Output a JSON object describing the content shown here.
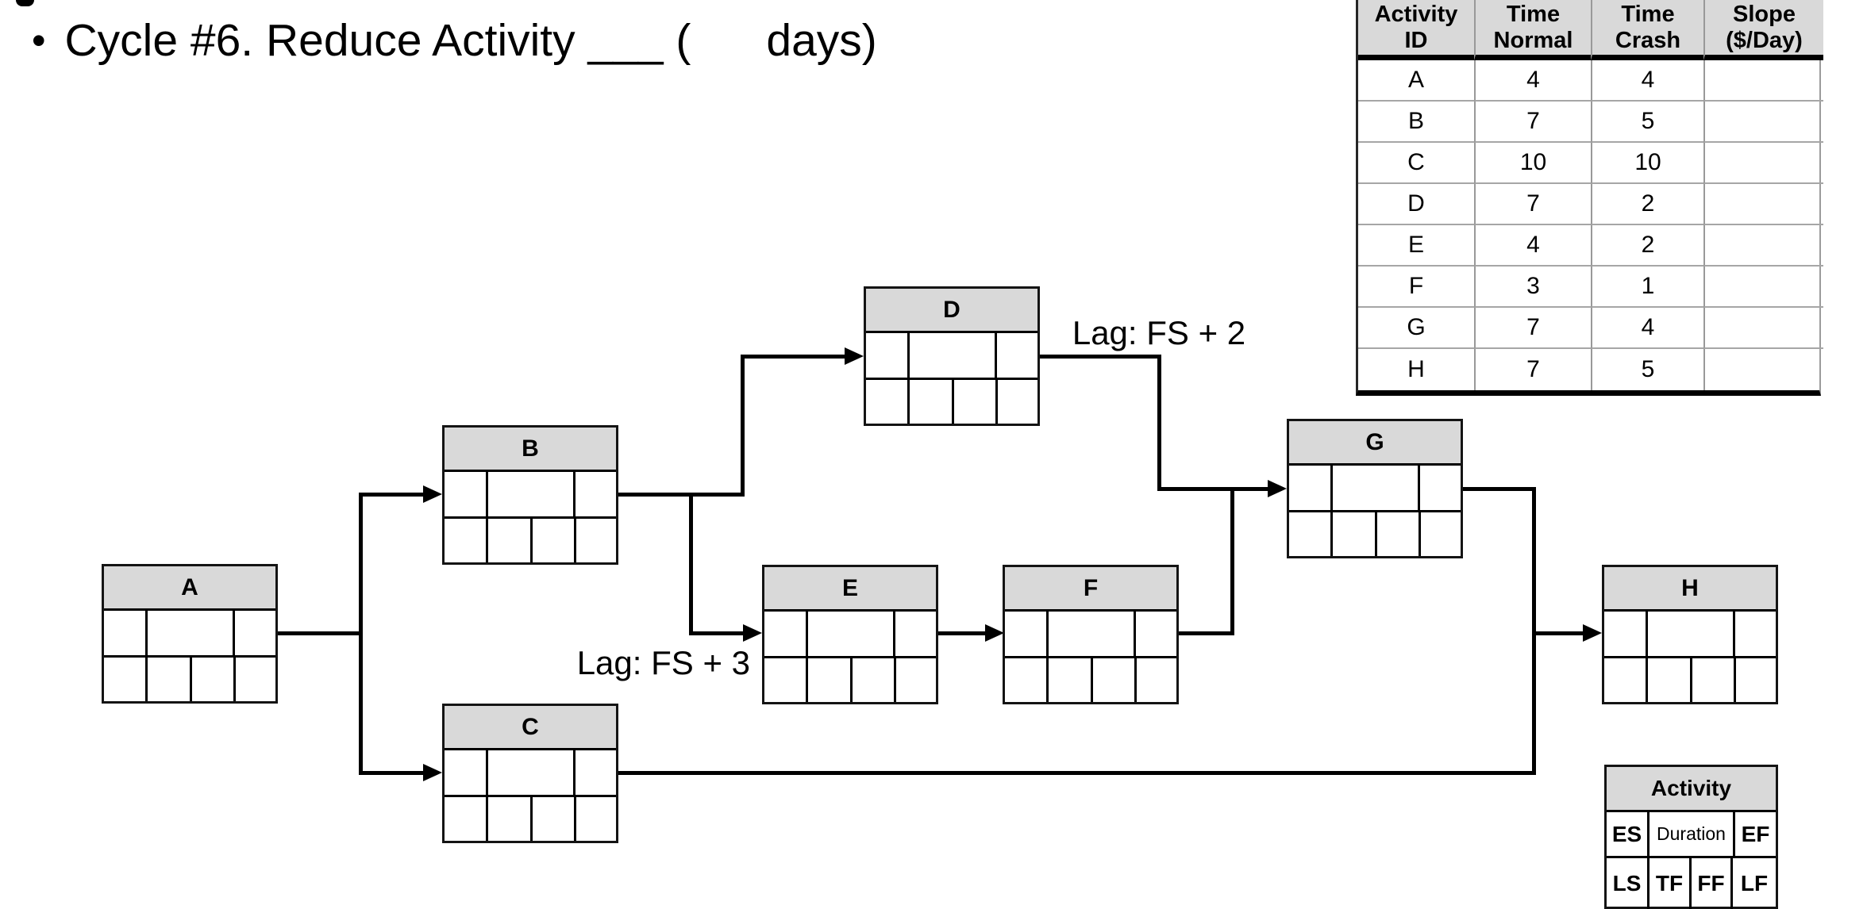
{
  "title": {
    "bullet": "•",
    "text": "Cycle #6. Reduce Activity ___ (      days)"
  },
  "colors": {
    "header_gray": "#d9d9d9",
    "line_black": "#000000",
    "row_separator_gray": "#a6a6a6"
  },
  "crash_table": {
    "headers": [
      {
        "line1": "Activity",
        "line2": "ID"
      },
      {
        "line1": "Time",
        "line2": "Normal"
      },
      {
        "line1": "Time",
        "line2": "Crash"
      },
      {
        "line1": "Slope",
        "line2": "($/Day)"
      }
    ],
    "rows": [
      {
        "id": "A",
        "normal": "4",
        "crash": "4",
        "slope": ""
      },
      {
        "id": "B",
        "normal": "7",
        "crash": "5",
        "slope": ""
      },
      {
        "id": "C",
        "normal": "10",
        "crash": "10",
        "slope": ""
      },
      {
        "id": "D",
        "normal": "7",
        "crash": "2",
        "slope": ""
      },
      {
        "id": "E",
        "normal": "4",
        "crash": "2",
        "slope": ""
      },
      {
        "id": "F",
        "normal": "3",
        "crash": "1",
        "slope": ""
      },
      {
        "id": "G",
        "normal": "7",
        "crash": "4",
        "slope": ""
      },
      {
        "id": "H",
        "normal": "7",
        "crash": "5",
        "slope": ""
      }
    ]
  },
  "diagram": {
    "nodes": [
      {
        "label": "A"
      },
      {
        "label": "B"
      },
      {
        "label": "C"
      },
      {
        "label": "D"
      },
      {
        "label": "E"
      },
      {
        "label": "F"
      },
      {
        "label": "G"
      },
      {
        "label": "H"
      }
    ],
    "lag_labels": [
      {
        "text": "Lag: FS + 2"
      },
      {
        "text": "Lag: FS + 3"
      }
    ]
  },
  "legend": {
    "title": "Activity",
    "es": "ES",
    "duration": "Duration",
    "ef": "EF",
    "ls": "LS",
    "tf": "TF",
    "ff": "FF",
    "lf": "LF"
  }
}
